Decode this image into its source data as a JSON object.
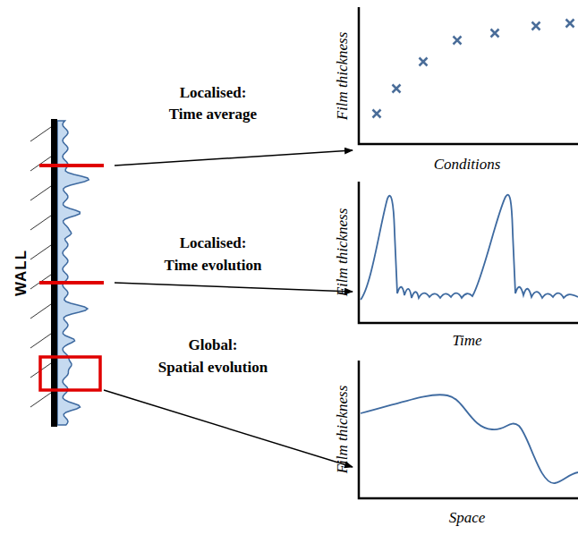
{
  "diagram": {
    "labels": [
      "Localised:",
      "Time average",
      "Localised:",
      "Time evolution",
      "Global:",
      "Spatial evolution",
      "WALL",
      "Film thickness",
      "Conditions",
      "Film thickness",
      "Time",
      "Film thickness",
      "Space"
    ]
  }
}
